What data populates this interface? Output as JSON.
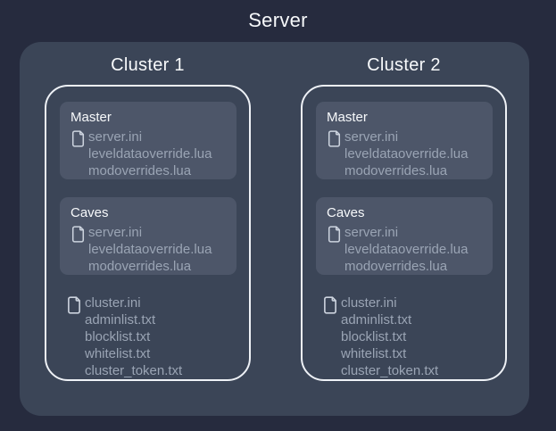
{
  "server": {
    "title": "Server",
    "clusters": [
      {
        "title": "Cluster 1",
        "shards": [
          {
            "name": "Master",
            "files": [
              "server.ini",
              "leveldataoverride.lua",
              "modoverrides.lua"
            ]
          },
          {
            "name": "Caves",
            "files": [
              "server.ini",
              "leveldataoverride.lua",
              "modoverrides.lua"
            ]
          }
        ],
        "root_files": [
          "cluster.ini",
          "adminlist.txt",
          "blocklist.txt",
          "whitelist.txt",
          "cluster_token.txt"
        ]
      },
      {
        "title": "Cluster 2",
        "shards": [
          {
            "name": "Master",
            "files": [
              "server.ini",
              "leveldataoverride.lua",
              "modoverrides.lua"
            ]
          },
          {
            "name": "Caves",
            "files": [
              "server.ini",
              "leveldataoverride.lua",
              "modoverrides.lua"
            ]
          }
        ],
        "root_files": [
          "cluster.ini",
          "adminlist.txt",
          "blocklist.txt",
          "whitelist.txt",
          "cluster_token.txt"
        ]
      }
    ]
  },
  "icons": {
    "file": "file-icon"
  },
  "colors": {
    "page-bg": "#262b3e",
    "panel": "#3b4557",
    "shard": "#4d5669",
    "border": "#eef1f6",
    "text-bright": "#f7f9fb",
    "text-muted": "#9aa4b4",
    "icon": "#ccd3de"
  }
}
